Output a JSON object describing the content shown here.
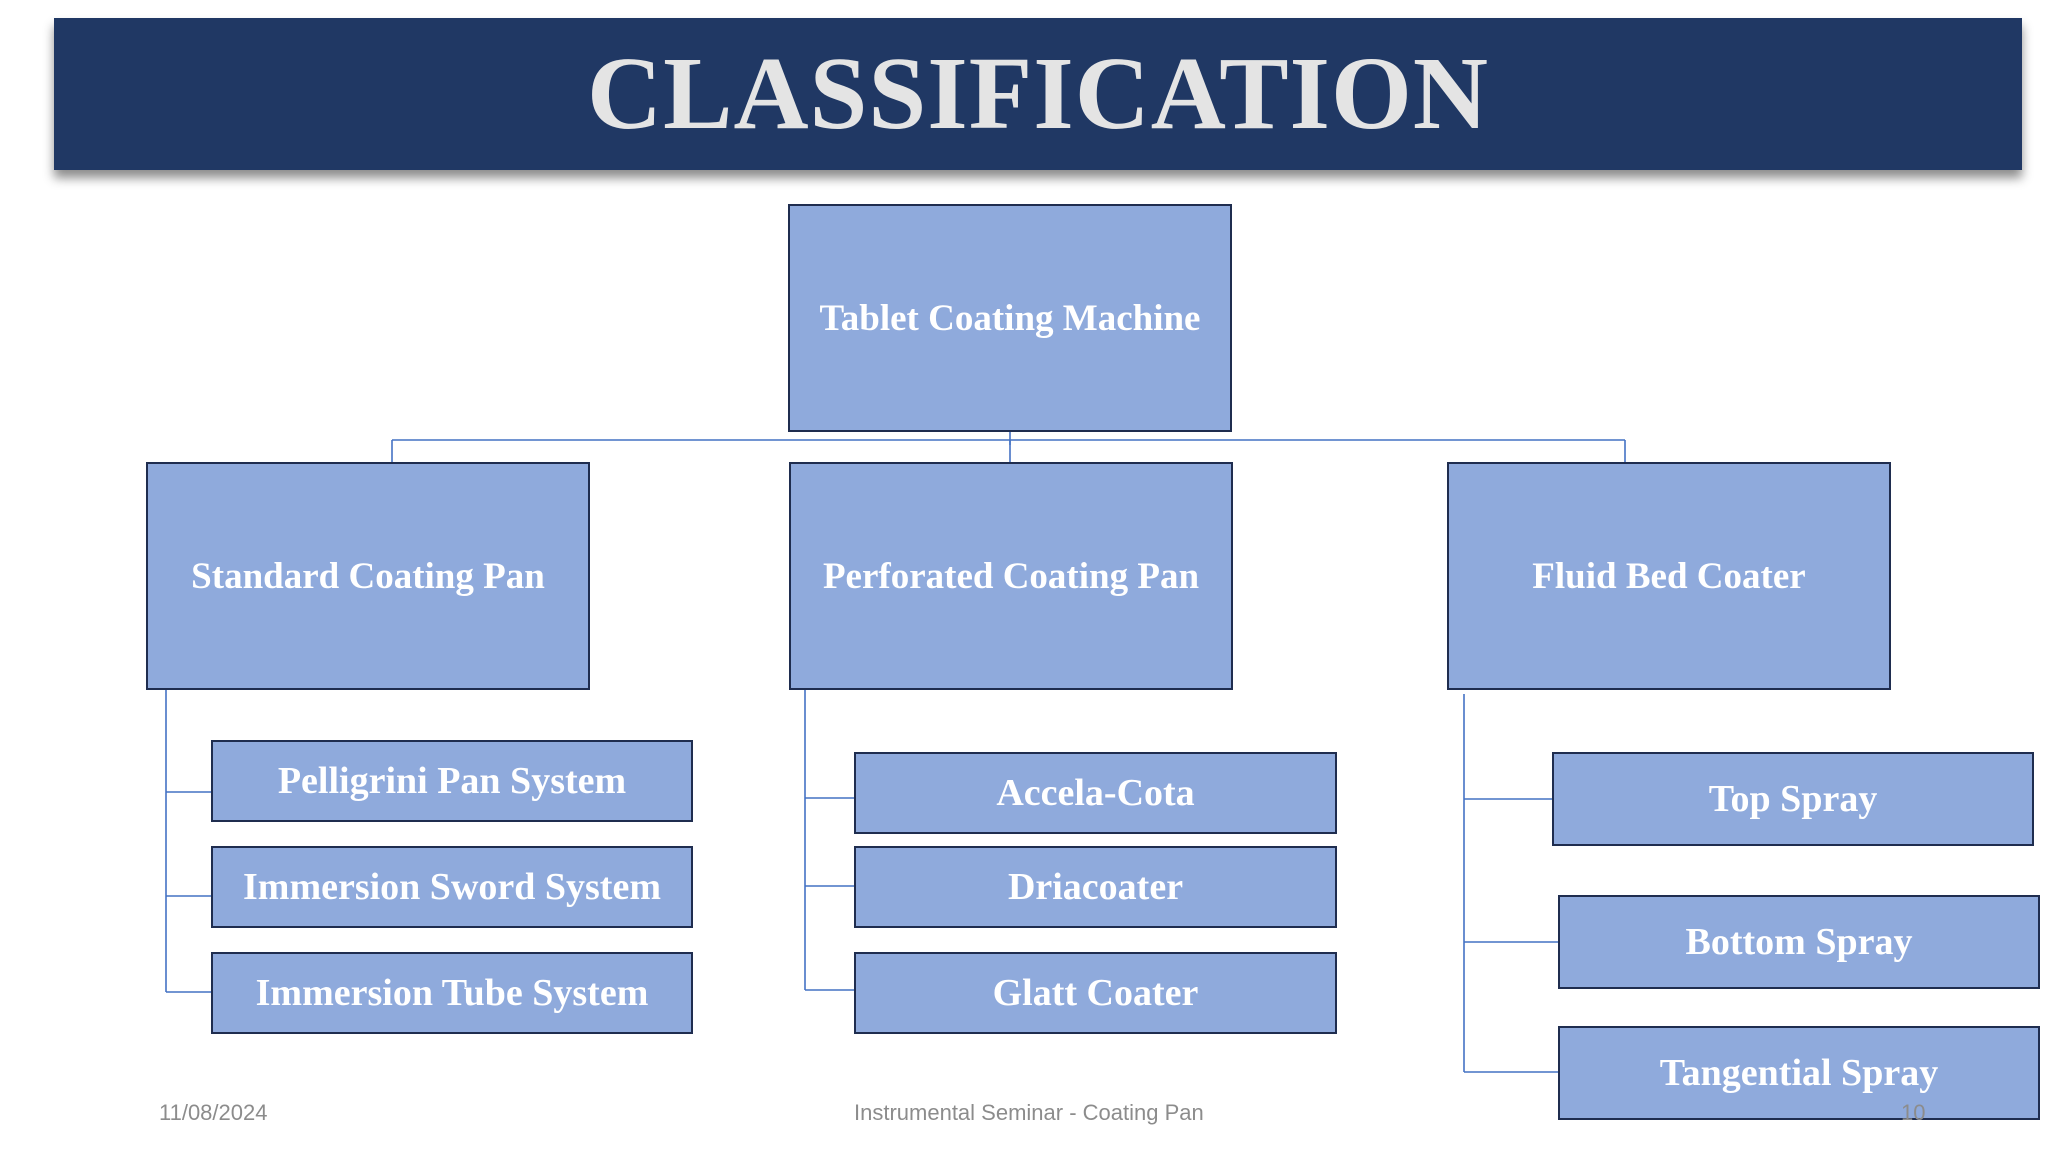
{
  "title": "CLASSIFICATION",
  "root": {
    "label": "Tablet Coating Machine"
  },
  "categories": [
    {
      "label": "Standard Coating Pan",
      "children": [
        "Pelligrini Pan System",
        "Immersion Sword System",
        "Immersion Tube System"
      ]
    },
    {
      "label": "Perforated Coating Pan",
      "children": [
        "Accela-Cota",
        "Driacoater",
        "Glatt Coater"
      ]
    },
    {
      "label": "Fluid Bed Coater",
      "children": [
        "Top Spray",
        "Bottom Spray",
        "Tangential Spray"
      ]
    }
  ],
  "footer": {
    "date": "11/08/2024",
    "center": "Instrumental Seminar - Coating Pan",
    "page": "10"
  },
  "colors": {
    "banner": "#203864",
    "box_fill": "#8faadc",
    "box_border": "#1f2d4f",
    "connector": "#4472c4"
  }
}
